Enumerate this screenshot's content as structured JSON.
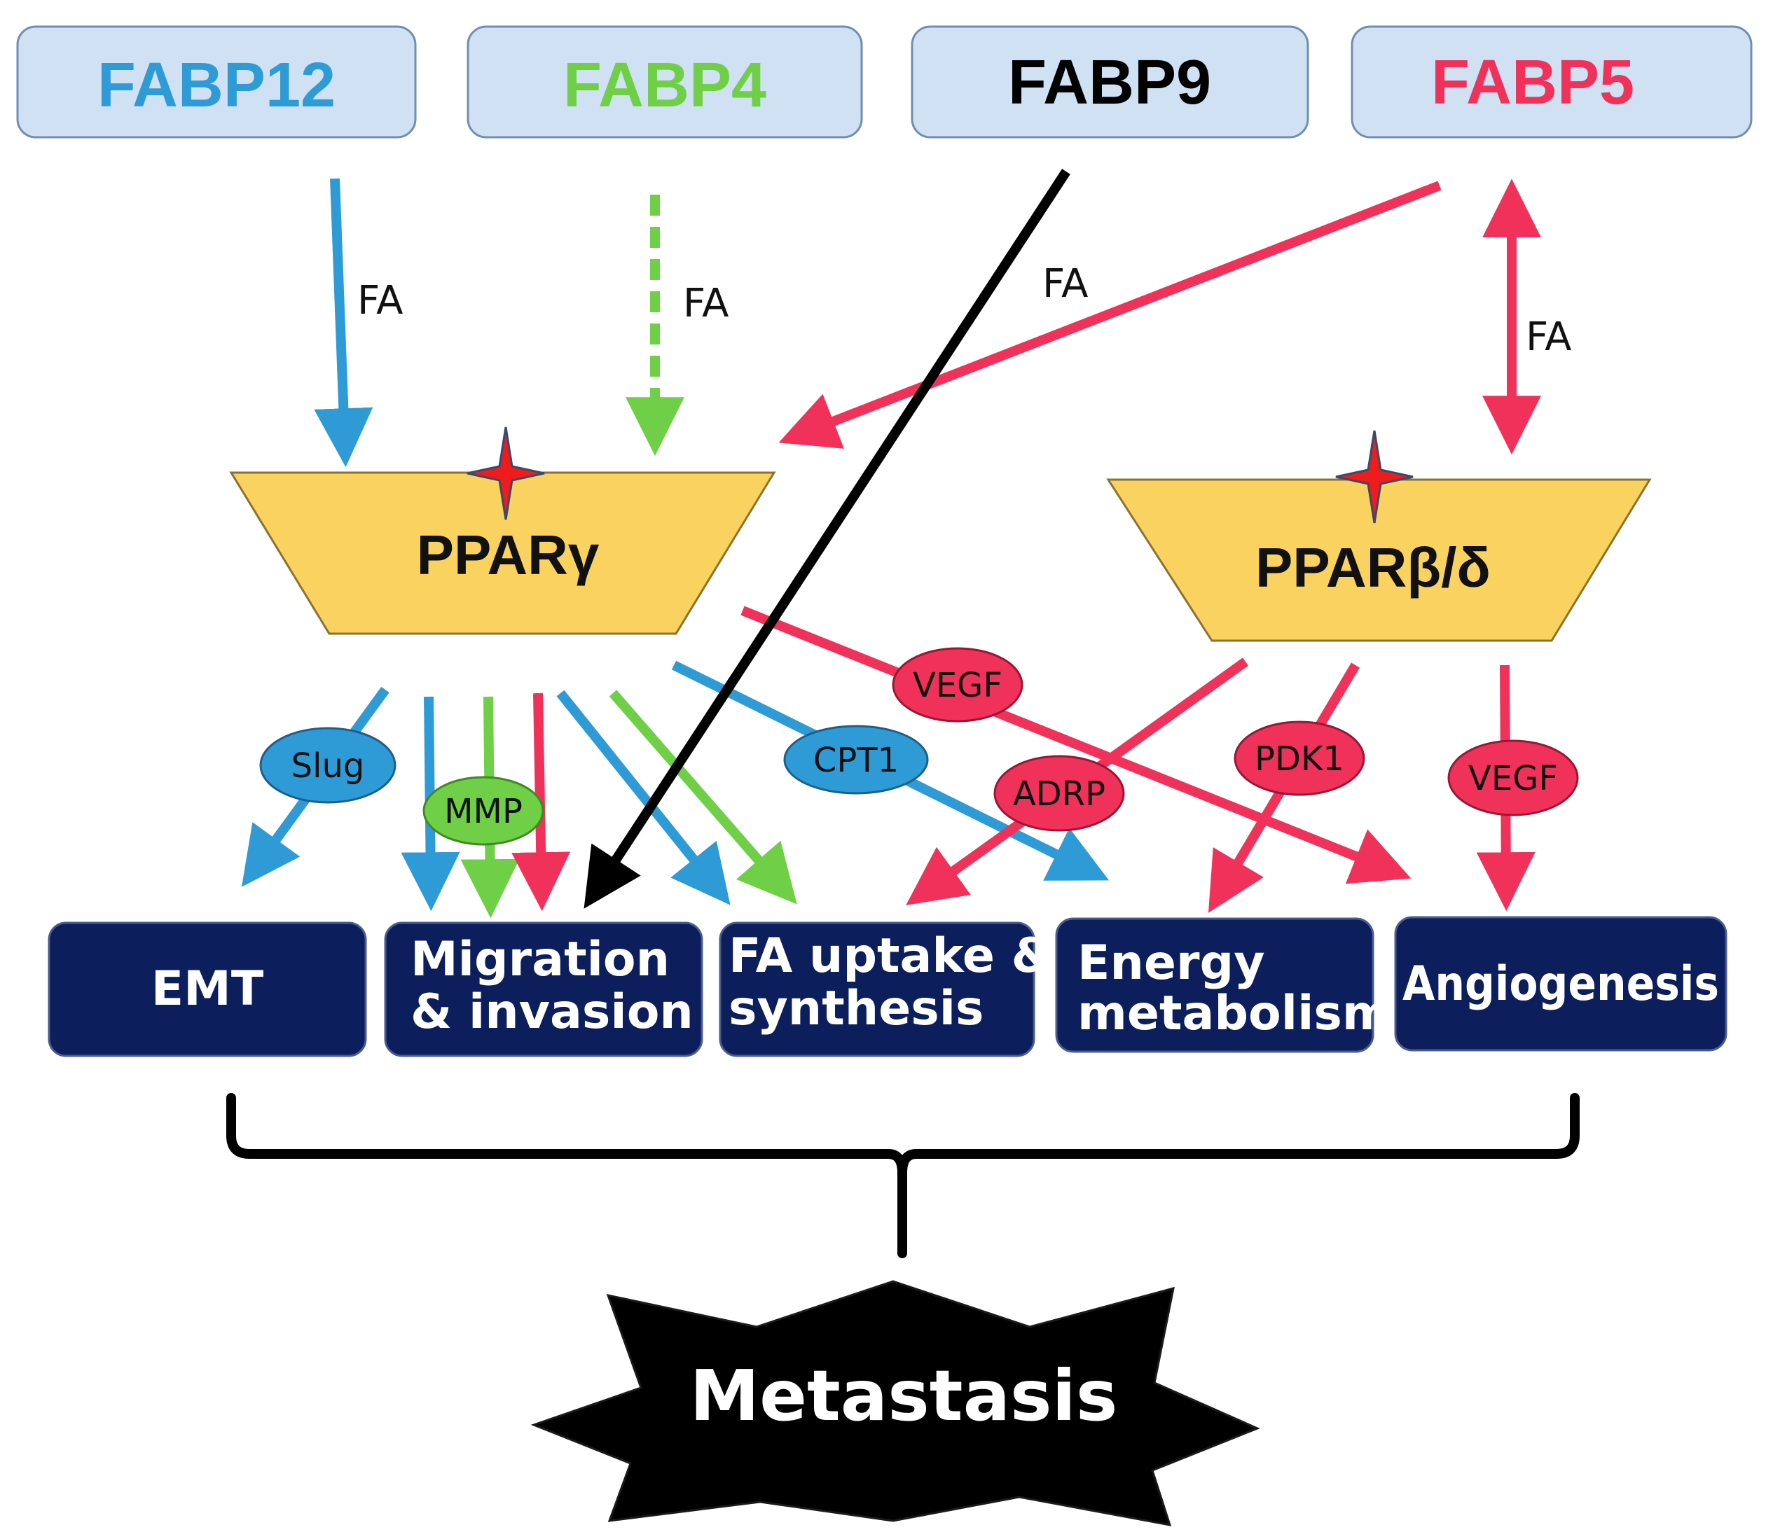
{
  "colors": {
    "blue": "#2e9bd6",
    "green": "#6fcf46",
    "black": "#000000",
    "red": "#f0325a",
    "box_fill": "#cfe1f3",
    "ppar_fill": "#fad25f",
    "outcome_fill": "#0c1e5c"
  },
  "fabps": [
    {
      "label": "FABP12",
      "color": "#2e9bd6"
    },
    {
      "label": "FABP4",
      "color": "#6fcf46"
    },
    {
      "label": "FABP9",
      "color": "#000000"
    },
    {
      "label": "FABP5",
      "color": "#f0325a"
    }
  ],
  "fa_labels": [
    "FA",
    "FA",
    "FA",
    "FA"
  ],
  "receptors": [
    {
      "label": "PPARγ"
    },
    {
      "label": "PPARβ/δ"
    }
  ],
  "mediators": [
    {
      "label": "Slug",
      "color": "#2e9bd6"
    },
    {
      "label": "MMP",
      "color": "#6fcf46"
    },
    {
      "label": "CPT1",
      "color": "#2e9bd6"
    },
    {
      "label": "VEGF",
      "color": "#f0325a"
    },
    {
      "label": "ADRP",
      "color": "#f0325a"
    },
    {
      "label": "PDK1",
      "color": "#f0325a"
    },
    {
      "label": "VEGF",
      "color": "#f0325a"
    }
  ],
  "outcomes": [
    {
      "lines": [
        "EMT"
      ]
    },
    {
      "lines": [
        "Migration",
        "& invasion"
      ]
    },
    {
      "lines": [
        "FA uptake &",
        "synthesis"
      ]
    },
    {
      "lines": [
        "Energy",
        "metabolism"
      ]
    },
    {
      "lines": [
        "Angiogenesis"
      ]
    }
  ],
  "final": {
    "label": "Metastasis"
  },
  "icons": {
    "activation_marker": "red-four-point-star-icon"
  }
}
